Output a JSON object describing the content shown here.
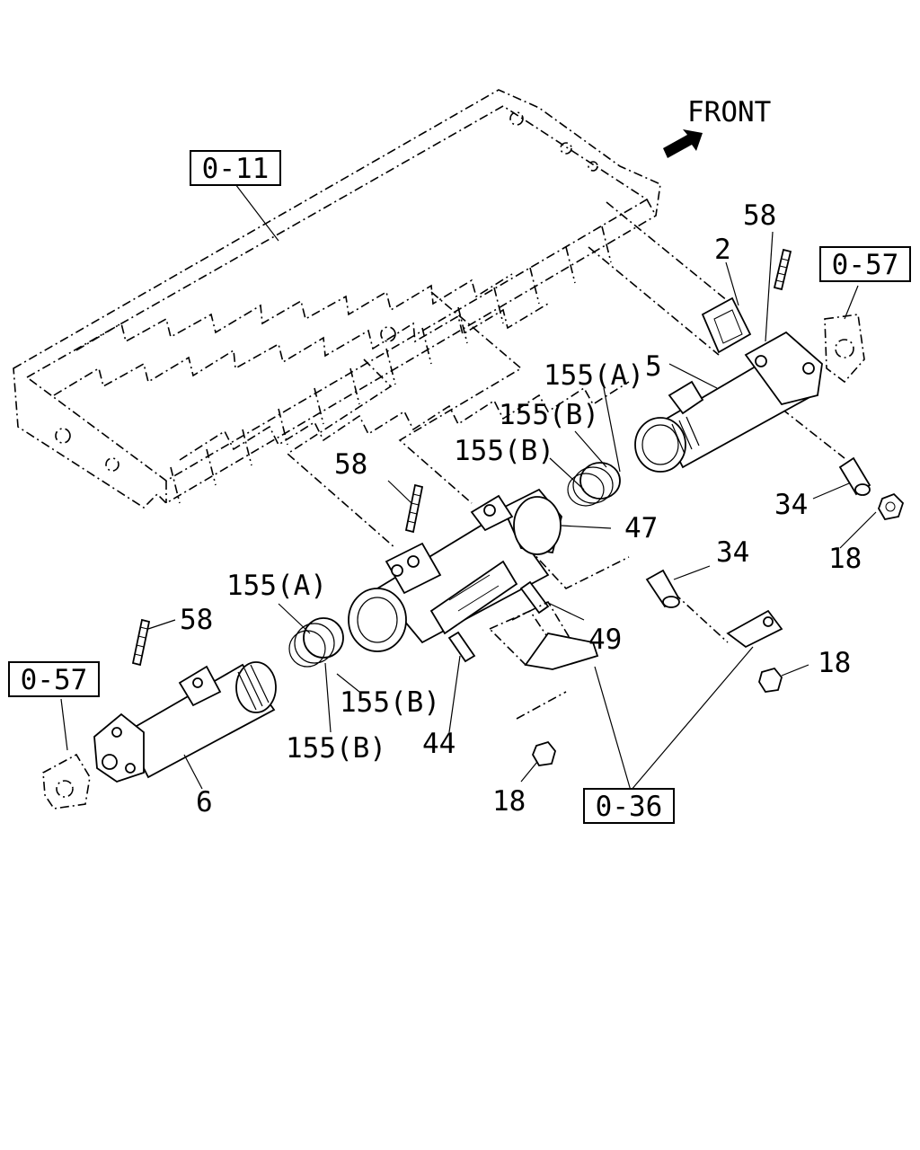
{
  "front_label": "FRONT",
  "boxes": {
    "head": "0-11",
    "gasket_right": "0-57",
    "gasket_left": "0-57",
    "bracket": "0-36"
  },
  "labels": {
    "p2": "2",
    "p5": "5",
    "p58_right": "58",
    "p155a_right": "155(A)",
    "p155b_right_1": "155(B)",
    "p155b_right_2": "155(B)",
    "p34_right": "34",
    "p18_right": "18",
    "p58_center": "58",
    "p47": "47",
    "p34_center": "34",
    "p49": "49",
    "p18_center": "18",
    "p155a_left": "155(A)",
    "p58_left": "58",
    "p155b_left_1": "155(B)",
    "p155b_left_2": "155(B)",
    "p44": "44",
    "p6": "6",
    "p18_bottom": "18"
  }
}
